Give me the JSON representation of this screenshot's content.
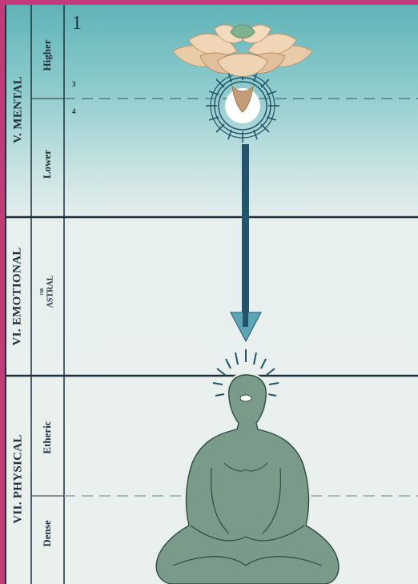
{
  "planes": [
    {
      "name": "V. MENTAL",
      "subplanes": [
        "Higher",
        "Lower"
      ]
    },
    {
      "name": "VI. EMOTIONAL",
      "connector": "OR",
      "alt_name": "ASTRAL"
    },
    {
      "name": "VII. PHYSICAL",
      "subplanes": [
        "Etheric",
        "Dense"
      ]
    }
  ],
  "subplane_numbers": [
    "1",
    "3",
    "4"
  ],
  "colors": {
    "border": "#c23a78",
    "sky_top": "#5fb3b7",
    "arrow": "#24546a",
    "arrow_head": "#5aa6b8",
    "figure": "#7a9a8a",
    "lotus": "#e7c7a5"
  },
  "icons": [
    "lotus-icon",
    "meditating-figure-icon",
    "down-arrow-icon"
  ]
}
